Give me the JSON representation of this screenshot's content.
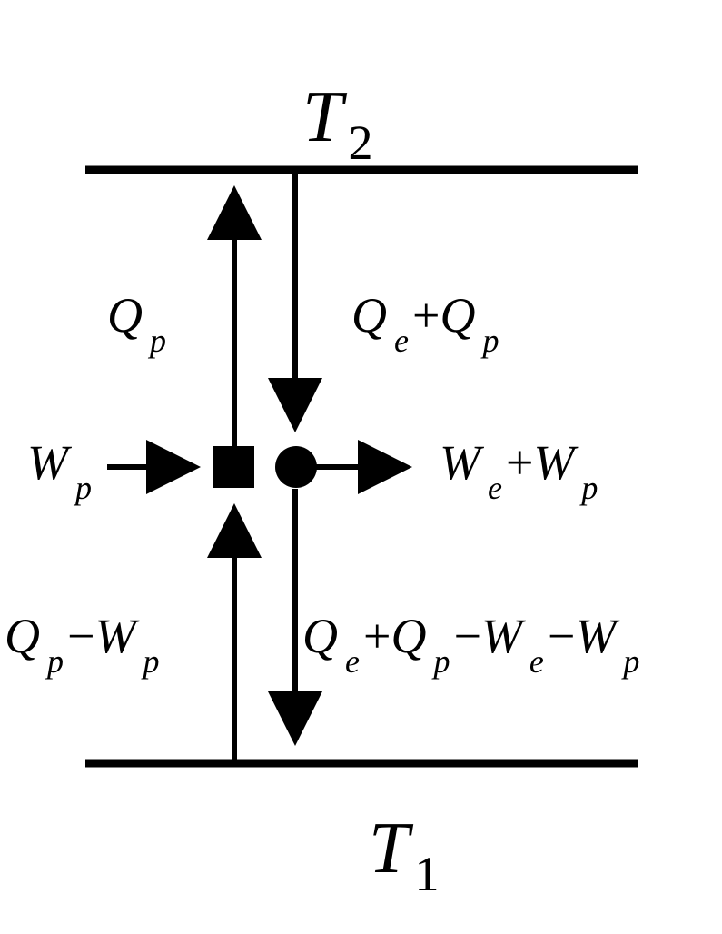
{
  "reservoirs": {
    "hot": {
      "symbol": "T",
      "subscript": "2"
    },
    "cold": {
      "symbol": "T",
      "subscript": "1"
    }
  },
  "labels": {
    "qp_up": [
      {
        "t": "Q",
        "it": true
      },
      {
        "t": "p",
        "it": true,
        "sub": true
      }
    ],
    "qe_qp_down": [
      {
        "t": "Q",
        "it": true
      },
      {
        "t": "e",
        "it": true,
        "sub": true
      },
      {
        "t": "+"
      },
      {
        "t": "Q",
        "it": true
      },
      {
        "t": "p",
        "it": true,
        "sub": true
      }
    ],
    "wp_in": [
      {
        "t": "W",
        "it": true
      },
      {
        "t": "p",
        "it": true,
        "sub": true
      }
    ],
    "we_wp_out": [
      {
        "t": "W",
        "it": true
      },
      {
        "t": "e",
        "it": true,
        "sub": true
      },
      {
        "t": "+"
      },
      {
        "t": "W",
        "it": true
      },
      {
        "t": "p",
        "it": true,
        "sub": true
      }
    ],
    "qp_minus_wp": [
      {
        "t": "Q",
        "it": true
      },
      {
        "t": "p",
        "it": true,
        "sub": true
      },
      {
        "t": "−"
      },
      {
        "t": "W",
        "it": true
      },
      {
        "t": "p",
        "it": true,
        "sub": true
      }
    ],
    "qe_qp_we_wp": [
      {
        "t": "Q",
        "it": true
      },
      {
        "t": "e",
        "it": true,
        "sub": true
      },
      {
        "t": "+"
      },
      {
        "t": "Q",
        "it": true
      },
      {
        "t": "p",
        "it": true,
        "sub": true
      },
      {
        "t": "−"
      },
      {
        "t": "W",
        "it": true
      },
      {
        "t": "e",
        "it": true,
        "sub": true
      },
      {
        "t": "−"
      },
      {
        "t": "W",
        "it": true
      },
      {
        "t": "p",
        "it": true,
        "sub": true
      }
    ]
  },
  "colors": {
    "ink": "#000000",
    "background": "#ffffff"
  }
}
